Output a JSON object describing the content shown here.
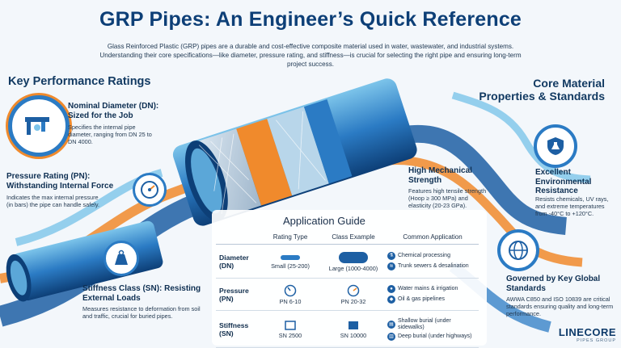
{
  "title": "GRP Pipes: An Engineer’s Quick Reference",
  "intro": "Glass Reinforced Plastic (GRP) pipes are a durable and cost-effective composite material used in water, wastewater, and industrial systems. Understanding their core specifications—like diameter, pressure rating, and stiffness—is crucial for selecting the right pipe and ensuring long-term project success.",
  "left": {
    "heading": "Key Performance Ratings",
    "items": [
      {
        "title": "Nominal Diameter (DN): Sized for the Job",
        "body": "Specifies the internal pipe diameter, ranging from DN 25 to DN 4000.",
        "icon": "caliper-icon"
      },
      {
        "title": "Pressure Rating (PN): Withstanding Internal Force",
        "body": "Indicates the max internal pressure (in bars) the pipe can handle safely.",
        "icon": "gauge-icon"
      },
      {
        "title": "Stiffness Class (SN): Resisting External Loads",
        "body": "Measures resistance to deformation from soil and traffic, crucial for buried pipes.",
        "icon": "weight-icon"
      }
    ]
  },
  "right": {
    "heading": "Core Material Properties & Standards",
    "items": [
      {
        "title": "High Mechanical Strength",
        "body": "Features high tensile strength (Hoop ≥ 300 MPa) and elasticity (20-23 GPa).",
        "icon": "shield-icon"
      },
      {
        "title": "Excellent Environmental Resistance",
        "body": "Resists chemicals, UV rays, and extreme temperatures from -40°C to +120°C.",
        "icon": "flask-shield-icon"
      },
      {
        "title": "Governed by Key Global Standards",
        "body": "AWWA C850 and ISO 10839 are critical standards ensuring quality and long-term performance.",
        "icon": "globe-icon"
      }
    ]
  },
  "app_guide": {
    "title": "Application Guide",
    "headers": [
      "Rating Type",
      "Class Example",
      "Common Application"
    ],
    "rows": [
      {
        "name": "Diameter (DN)",
        "rating": "Small (25-200)",
        "example": "Large (1000-4000)",
        "apps": [
          "Chemical processing",
          "Trunk sewers & desalination"
        ]
      },
      {
        "name": "Pressure (PN)",
        "rating": "PN 6-10",
        "example": "PN 20-32",
        "apps": [
          "Water mains & irrigation",
          "Oil & gas pipelines"
        ]
      },
      {
        "name": "Stiffness (SN)",
        "rating": "SN 2500",
        "example": "SN 10000",
        "apps": [
          "Shallow burial (under sidewalks)",
          "Deep burial (under highways)"
        ]
      }
    ]
  },
  "logo": {
    "name": "LINECORE",
    "sub": "PIPES GROUP"
  },
  "colors": {
    "navy": "#0d3f77",
    "blue": "#2b7bc4",
    "orange": "#f08a2c",
    "sky": "#7cc4ea"
  }
}
